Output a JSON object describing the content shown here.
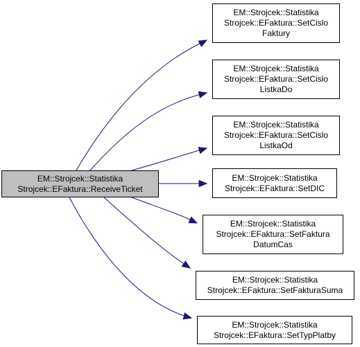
{
  "colors": {
    "edge": "#191970",
    "root_fill": "#bfbfbf",
    "node_fill": "#ffffff",
    "border": "#000000"
  },
  "root": {
    "lines": [
      "EM::Strojcek::Statistika",
      "Strojcek::EFaktura::ReceiveTicket"
    ]
  },
  "callees": [
    {
      "id": "set-cislo-faktury",
      "lines": [
        "EM::Strojcek::Statistika",
        "Strojcek::EFaktura::SetCislo",
        "Faktury"
      ]
    },
    {
      "id": "set-cislo-listka-do",
      "lines": [
        "EM::Strojcek::Statistika",
        "Strojcek::EFaktura::SetCislo",
        "ListkaDo"
      ]
    },
    {
      "id": "set-cislo-listka-od",
      "lines": [
        "EM::Strojcek::Statistika",
        "Strojcek::EFaktura::SetCislo",
        "ListkaOd"
      ]
    },
    {
      "id": "set-dic",
      "lines": [
        "EM::Strojcek::Statistika",
        "Strojcek::EFaktura::SetDIC"
      ]
    },
    {
      "id": "set-faktura-datum-cas",
      "lines": [
        "EM::Strojcek::Statistika",
        "Strojcek::EFaktura::SetFaktura",
        "DatumCas"
      ]
    },
    {
      "id": "set-faktura-suma",
      "lines": [
        "EM::Strojcek::Statistika",
        "Strojcek::EFaktura::SetFakturaSuma"
      ]
    },
    {
      "id": "set-typ-platby",
      "lines": [
        "EM::Strojcek::Statistika",
        "Strojcek::EFaktura::SetTypPlatby"
      ]
    }
  ]
}
